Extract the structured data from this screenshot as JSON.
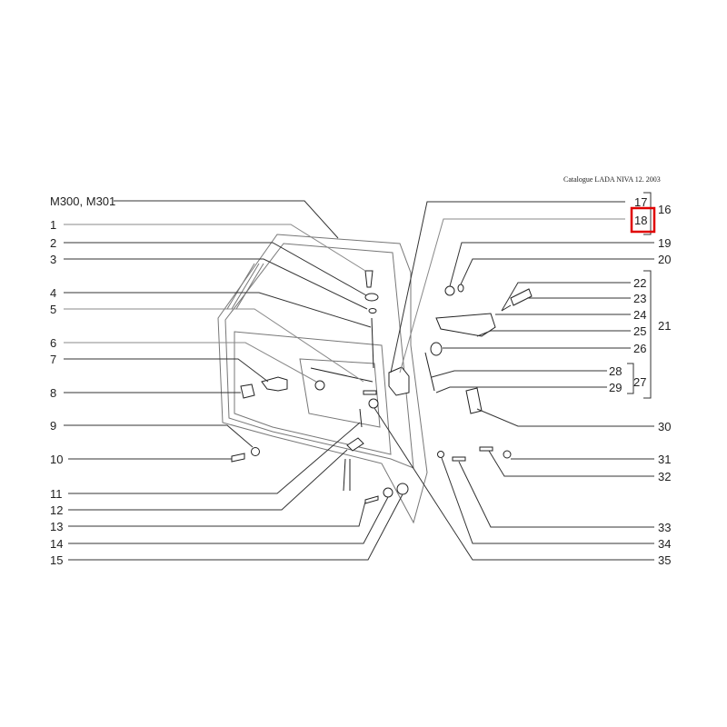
{
  "header": {
    "catalogue": "Catalogue LADA NIVA 12. 2003"
  },
  "model_label": "M300, M301",
  "highlight": {
    "part": "18",
    "color": "#e00000"
  },
  "left_labels": [
    "1",
    "2",
    "3",
    "4",
    "5",
    "6",
    "7",
    "8",
    "9",
    "10",
    "11",
    "12",
    "13",
    "14",
    "15"
  ],
  "right_labels": {
    "p16": "16",
    "p17": "17",
    "p18": "18",
    "p19": "19",
    "p20": "20",
    "p21": "21",
    "p22": "22",
    "p23": "23",
    "p24": "24",
    "p25": "25",
    "p26": "26",
    "p27": "27",
    "p28": "28",
    "p29": "29",
    "p30": "30",
    "p31": "31",
    "p32": "32",
    "p33": "33",
    "p34": "34",
    "p35": "35"
  }
}
